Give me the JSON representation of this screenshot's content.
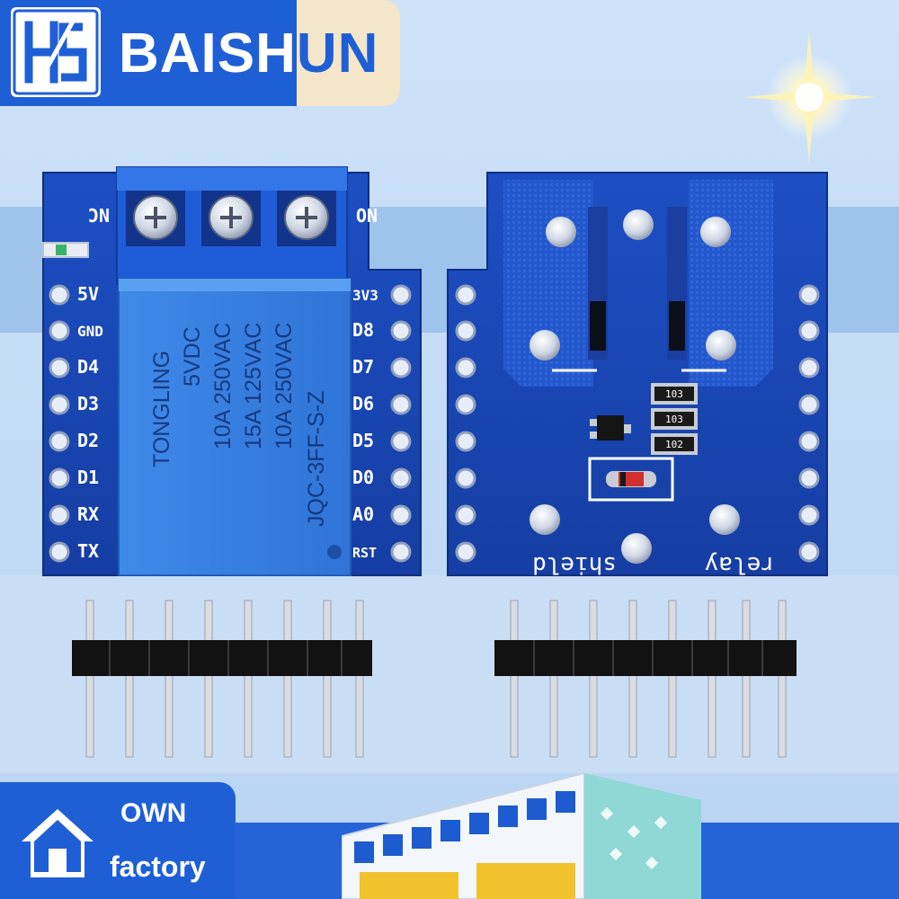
{
  "brand": {
    "name_main": "BAISH",
    "name_tail": "UN",
    "logo_icon": "hs-monogram-icon",
    "colors": {
      "primary": "#1f5fd6",
      "accent": "#f4e6c8"
    }
  },
  "relay_module": {
    "terminal_labels": [
      "NC",
      "NO"
    ],
    "relay_markings": [
      "TONGLING",
      "5VDC",
      "10A 250VAC",
      "15A 125VAC",
      "10A 250VAC",
      "JQC-3FF-S-Z"
    ],
    "left_pins": [
      "5V",
      "GND",
      "D4",
      "D3",
      "D2",
      "D1",
      "RX",
      "TX"
    ],
    "right_pins": [
      "3V3",
      "D8",
      "D7",
      "D6",
      "D5",
      "D0",
      "A0",
      "RST"
    ]
  },
  "shield_board": {
    "silkscreen": [
      "shield",
      "relay"
    ],
    "resistors": [
      "103",
      "103",
      "102"
    ]
  },
  "badge": {
    "line1": "OWN",
    "line2": "factory",
    "icon": "house-icon"
  }
}
